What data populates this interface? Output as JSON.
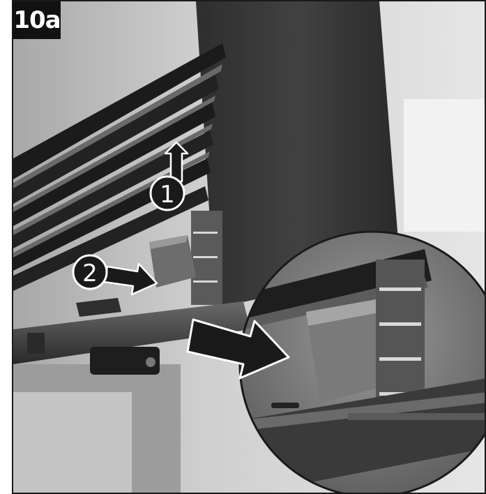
{
  "step": {
    "label": "10a"
  },
  "callouts": [
    {
      "number": "1"
    },
    {
      "number": "2"
    }
  ],
  "colors": {
    "background_light": "#d9d9d9",
    "pillar": "#3a3a3a",
    "fins": "#1e1e1e",
    "arrow_fill": "#1a1a1a",
    "arrow_outline": "#ffffff"
  }
}
